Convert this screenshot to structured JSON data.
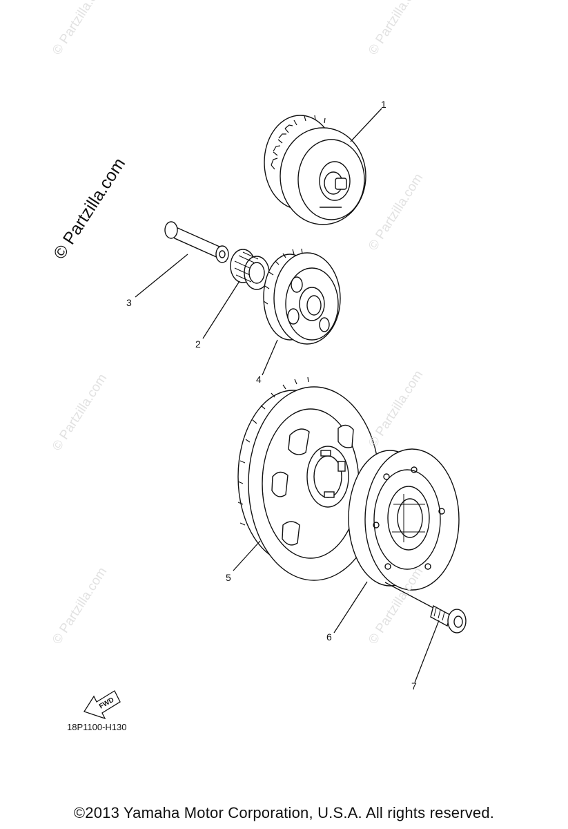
{
  "watermark_main": "© Partzilla.com",
  "watermark_faint": "© Partzilla.com",
  "callouts": [
    "1",
    "2",
    "3",
    "4",
    "5",
    "6",
    "7"
  ],
  "fwd_label": "FWD",
  "diagram_code": "18P1100-H130",
  "copyright": "©2013  Yamaha Motor Corporation, U.S.A. All rights reserved."
}
